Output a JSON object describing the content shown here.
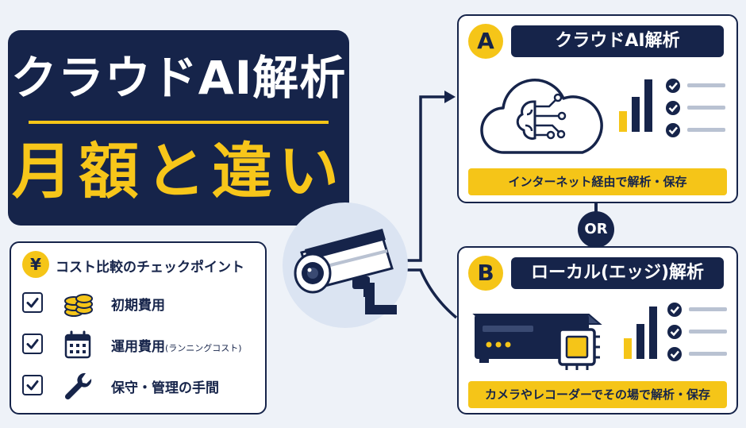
{
  "title": {
    "line1": "クラウドAI解析",
    "line2": "月額と違い"
  },
  "checklist": {
    "currency_symbol": "¥",
    "heading": "コスト比較のチェックポイント",
    "items": [
      {
        "label": "初期費用",
        "note": "",
        "icon": "coins-icon"
      },
      {
        "label": "運用費用",
        "note": "(ランニングコスト)",
        "icon": "calendar-icon"
      },
      {
        "label": "保守・管理の手間",
        "note": "",
        "icon": "wrench-icon"
      }
    ]
  },
  "options": {
    "a": {
      "badge": "A",
      "title": "クラウドAI解析",
      "caption": "インターネット経由で解析・保存",
      "icons": [
        "cloud-ai-icon",
        "bar-chart-icon",
        "checklist-icon"
      ]
    },
    "b": {
      "badge": "B",
      "title": "ローカル(エッジ)解析",
      "caption": "カメラやレコーダーでその場で解析・保存",
      "icons": [
        "recorder-icon",
        "chip-icon",
        "bar-chart-icon",
        "checklist-icon"
      ]
    },
    "separator": "OR"
  },
  "colors": {
    "navy": "#16244a",
    "yellow": "#f5c518",
    "background": "#eef2f8",
    "chart_gray": "#b9c2d2"
  }
}
